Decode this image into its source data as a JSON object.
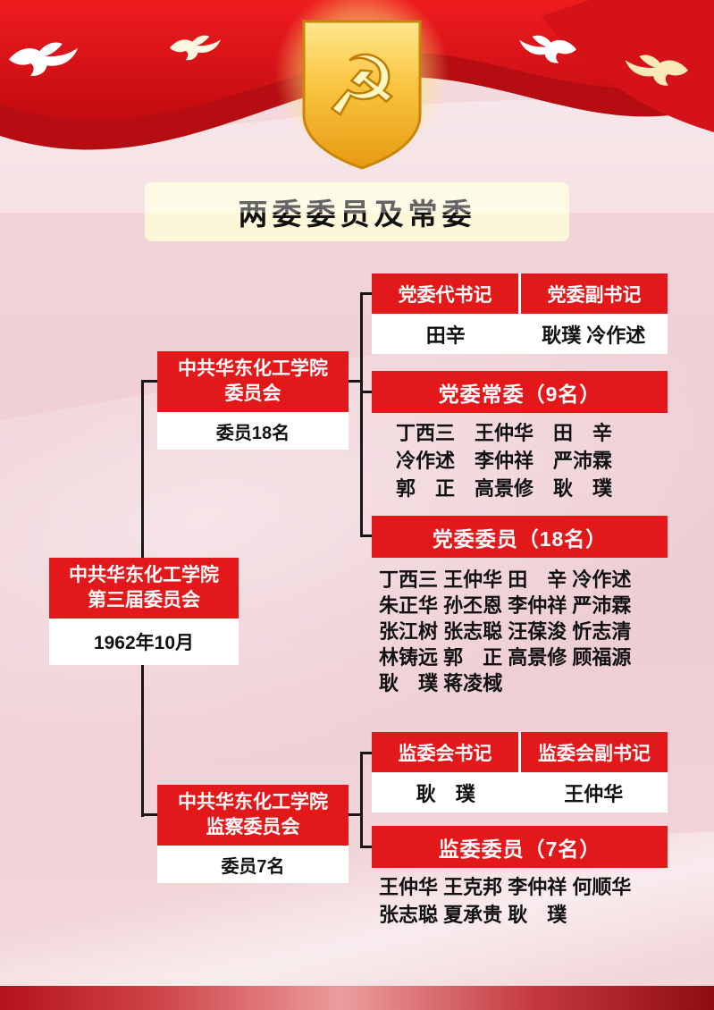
{
  "banner": {
    "emblem": "☭"
  },
  "title": "两委委员及常委",
  "root": {
    "line1": "中共华东化工学院",
    "line2": "第三届委员会",
    "date": "1962年10月"
  },
  "party": {
    "box": {
      "line1": "中共华东化工学院",
      "line2": "委员会",
      "count": "委员18名"
    },
    "leaders": {
      "header_left": "党委代书记",
      "header_right": "党委副书记",
      "left": "田辛",
      "right": "耿璞 冷作述"
    },
    "standing": {
      "header": "党委常委（9名）",
      "rows": [
        "丁西三　王仲华　田　辛",
        "冷作述　李仲祥　严沛霖",
        "郭　正　高景修　耿　璞"
      ]
    },
    "members": {
      "header": "党委委员（18名）",
      "rows": [
        "丁西三 王仲华 田　辛 冷作述",
        "朱正华 孙丕恩 李仲祥 严沛霖",
        "张江树 张志聪 汪葆浚 忻志清",
        "林铸远 郭　正 高景修 顾福源",
        "耿　璞 蒋凌棫"
      ]
    }
  },
  "supervisory": {
    "box": {
      "line1": "中共华东化工学院",
      "line2": "监察委员会",
      "count": "委员7名"
    },
    "leaders": {
      "header_left": "监委会书记",
      "header_right": "监委会副书记",
      "left": "耿　璞",
      "right": "王仲华"
    },
    "members": {
      "header": "监委委员（7名）",
      "rows": [
        "王仲华 王克邦 李仲祥 何顺华",
        "张志聪 夏承贵 耿　璞"
      ]
    }
  },
  "colors": {
    "background": "#f1d3d8",
    "box_red": "#e2181b",
    "title_bg": "#fcf7d9",
    "connector": "#161616"
  }
}
